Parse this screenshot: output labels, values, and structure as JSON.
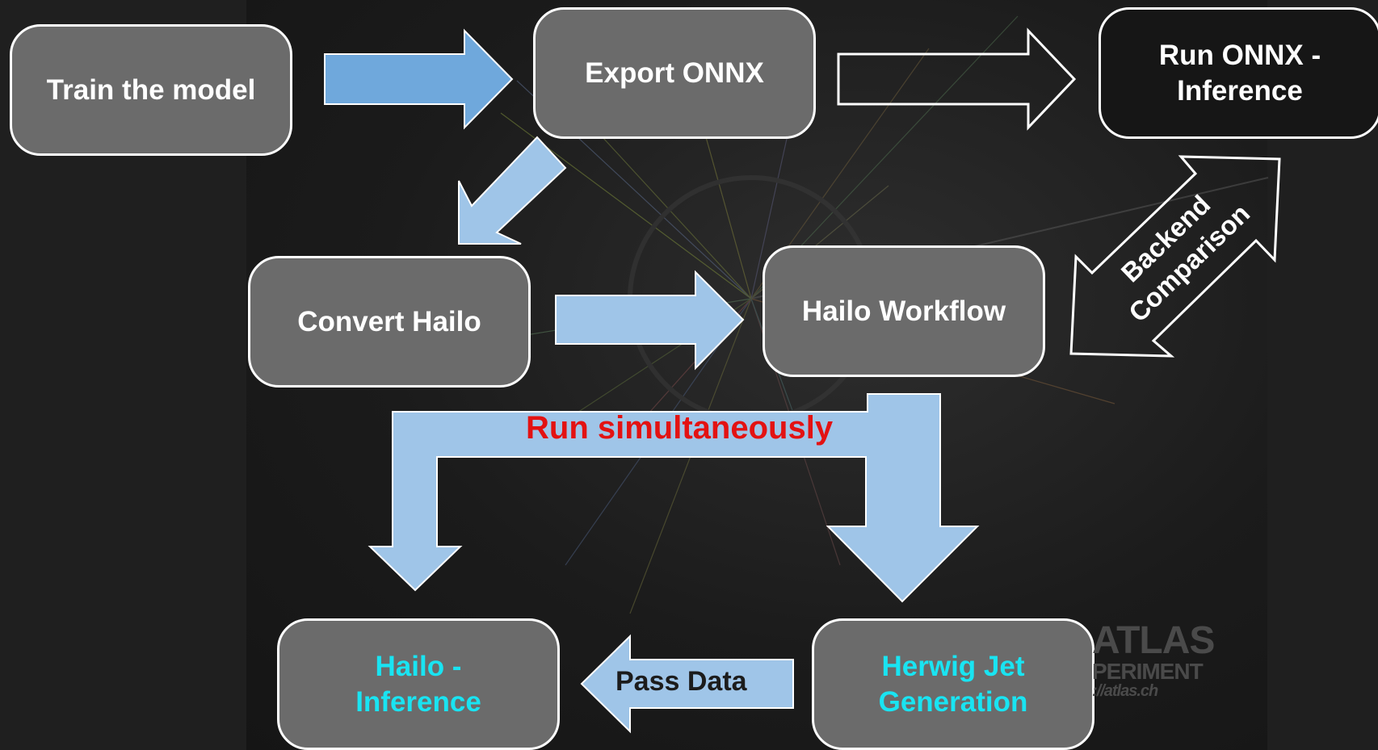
{
  "diagram": {
    "nodes": {
      "train": "Train the model",
      "export_onnx": "Export ONNX",
      "run_onnx": "Run ONNX -\nInference",
      "convert_hailo": "Convert Hailo",
      "hailo_workflow": "Hailo Workflow",
      "hailo_inference": "Hailo -\nInference",
      "herwig": "Herwig Jet\nGeneration"
    },
    "labels": {
      "run_simultaneously": "Run simultaneously",
      "backend_line1": "Backend",
      "backend_line2": "Comparison",
      "pass_data": "Pass Data"
    },
    "watermark": {
      "line1": "ATLAS",
      "line2": "PERIMENT",
      "line3": "://atlas.ch"
    },
    "colors": {
      "background": "#1f1f1f",
      "box_fill": "#6b6b6b",
      "box_dark_fill": "#161616",
      "arrow_blue": "#6fa8dc",
      "arrow_light_blue": "#9fc5e8",
      "cyan_text": "#19e4f2",
      "red_text": "#e31212"
    }
  }
}
